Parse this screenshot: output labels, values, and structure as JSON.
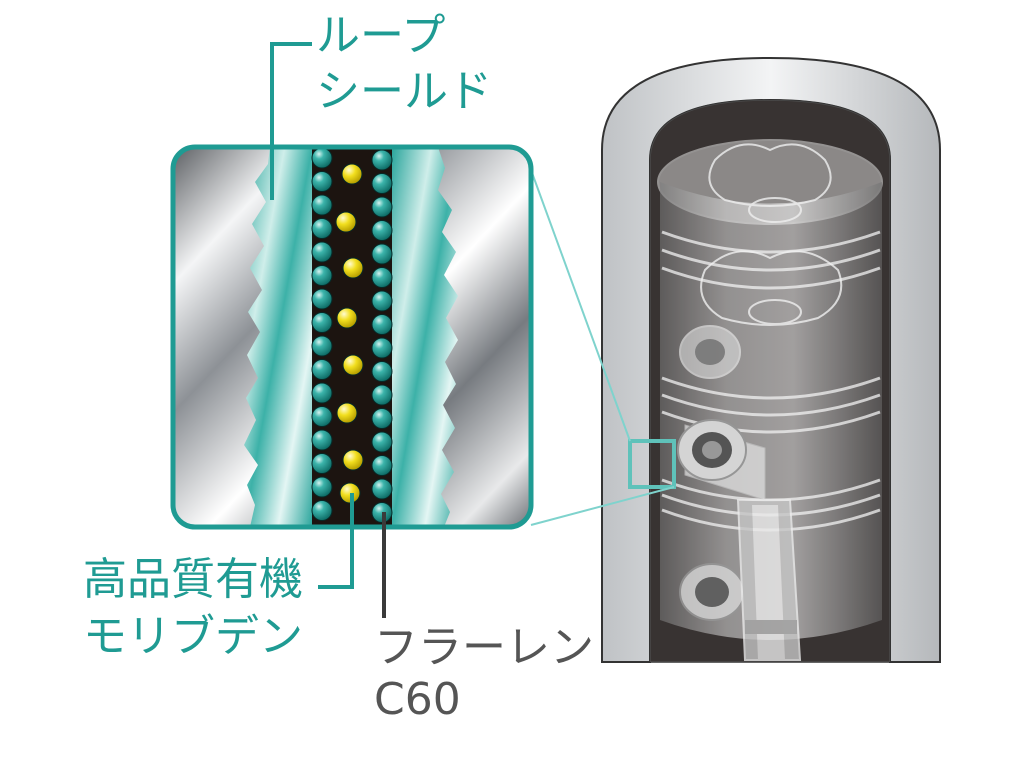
{
  "labels": {
    "loop_shield": [
      "ループ",
      "シールド"
    ],
    "molybdenum": [
      "高品質有機",
      "モリブデン"
    ],
    "fullerene": [
      "フラーレン",
      "C60"
    ]
  },
  "colors": {
    "accent_teal": "#1f9b93",
    "teal_pale": "#7fd3cd",
    "molecule_yellow": "#f3e02a",
    "oil_layer": "#1c1410",
    "text_gray": "#555555"
  },
  "illustration": {
    "subject": "piston-in-cylinder-cutaway",
    "zoom_detail": "oil-film-between-surfaces"
  }
}
